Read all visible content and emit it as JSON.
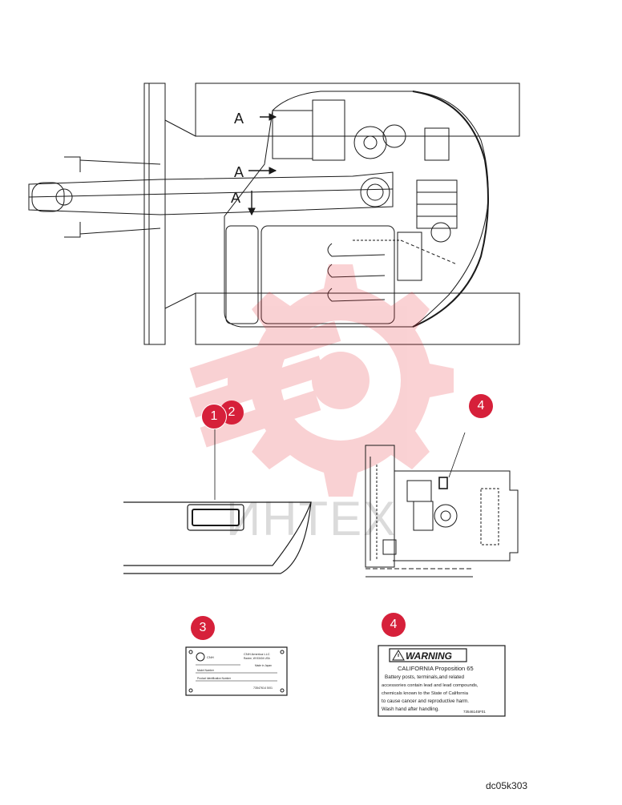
{
  "view_labels": {
    "a1": "A",
    "a2": "A",
    "a3": "A"
  },
  "callouts": {
    "c1": "1",
    "c1b": "2",
    "c4_top": "4",
    "c3": "3",
    "c4_bottom": "4"
  },
  "plate": {
    "header_right": "CNH America LLC",
    "header_right2": "Racine, WI 53404 USA",
    "row1_left": "CNH",
    "row1_right": "Made in Japan",
    "row2_left": "Model Number",
    "row3_left": "Product Identification Number",
    "part_no": "73547614 5/01"
  },
  "warning": {
    "title": "WARNING",
    "lines": [
      "CALIFORNIA Proposition 65",
      "Battery posts, terminals,and related",
      "accessories contain lead and lead compounds,",
      "chemicals known to the State of California",
      "to cause cancer and reproductive harm.",
      "Wash hand after handling."
    ],
    "part_no": "73546145F01"
  },
  "watermark": {
    "text": "ИНТЕХ"
  },
  "ref_code": "dc05k303",
  "colors": {
    "callout": "#d6203a",
    "watermark": "#e8323c",
    "line": "#1a1a1a"
  }
}
